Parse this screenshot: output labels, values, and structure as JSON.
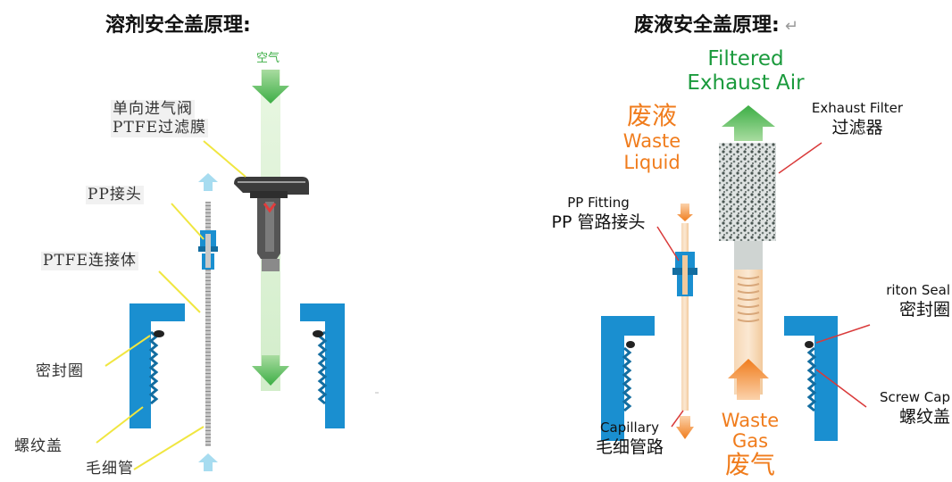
{
  "left": {
    "title": "溶剂安全盖原理:",
    "air_label": "空气",
    "labels": {
      "valve": "单向进气阀",
      "membrane": "PTFE过滤膜",
      "pp_fitting": "PP接头",
      "ptfe_connector": "PTFE连接体",
      "seal": "密封圈",
      "screw_cap": "螺纹盖",
      "capillary": "毛细管"
    }
  },
  "right": {
    "title": "废液安全盖原理:",
    "return_mark": "↵",
    "filtered_air": [
      "Filtered",
      "Exhaust Air"
    ],
    "waste_liquid": {
      "zh": "废液",
      "en1": "Waste",
      "en2": "Liquid"
    },
    "exhaust_filter": {
      "en": "Exhaust Filter",
      "zh": "过滤器"
    },
    "pp_fitting": {
      "en": "PP  Fitting",
      "zh": "PP 管路接头"
    },
    "seal": {
      "en": "riton Seal",
      "zh": "密封圈"
    },
    "screw_cap": {
      "en": "Screw Cap",
      "zh": "螺纹盖"
    },
    "capillary": {
      "en": "Capillary",
      "zh": "毛细管路"
    },
    "waste_gas": {
      "en1": "Waste",
      "en2": "Gas",
      "zh": "废气"
    }
  },
  "colors": {
    "cap_blue": "#1a8fd0",
    "arrow_green": "#3cae45",
    "arrow_orange": "#f07c1c",
    "label_green": "#1a9a3c",
    "label_orange": "#f07c1c",
    "leader_yellow": "#f0e640",
    "leader_red": "#d93a3a"
  }
}
